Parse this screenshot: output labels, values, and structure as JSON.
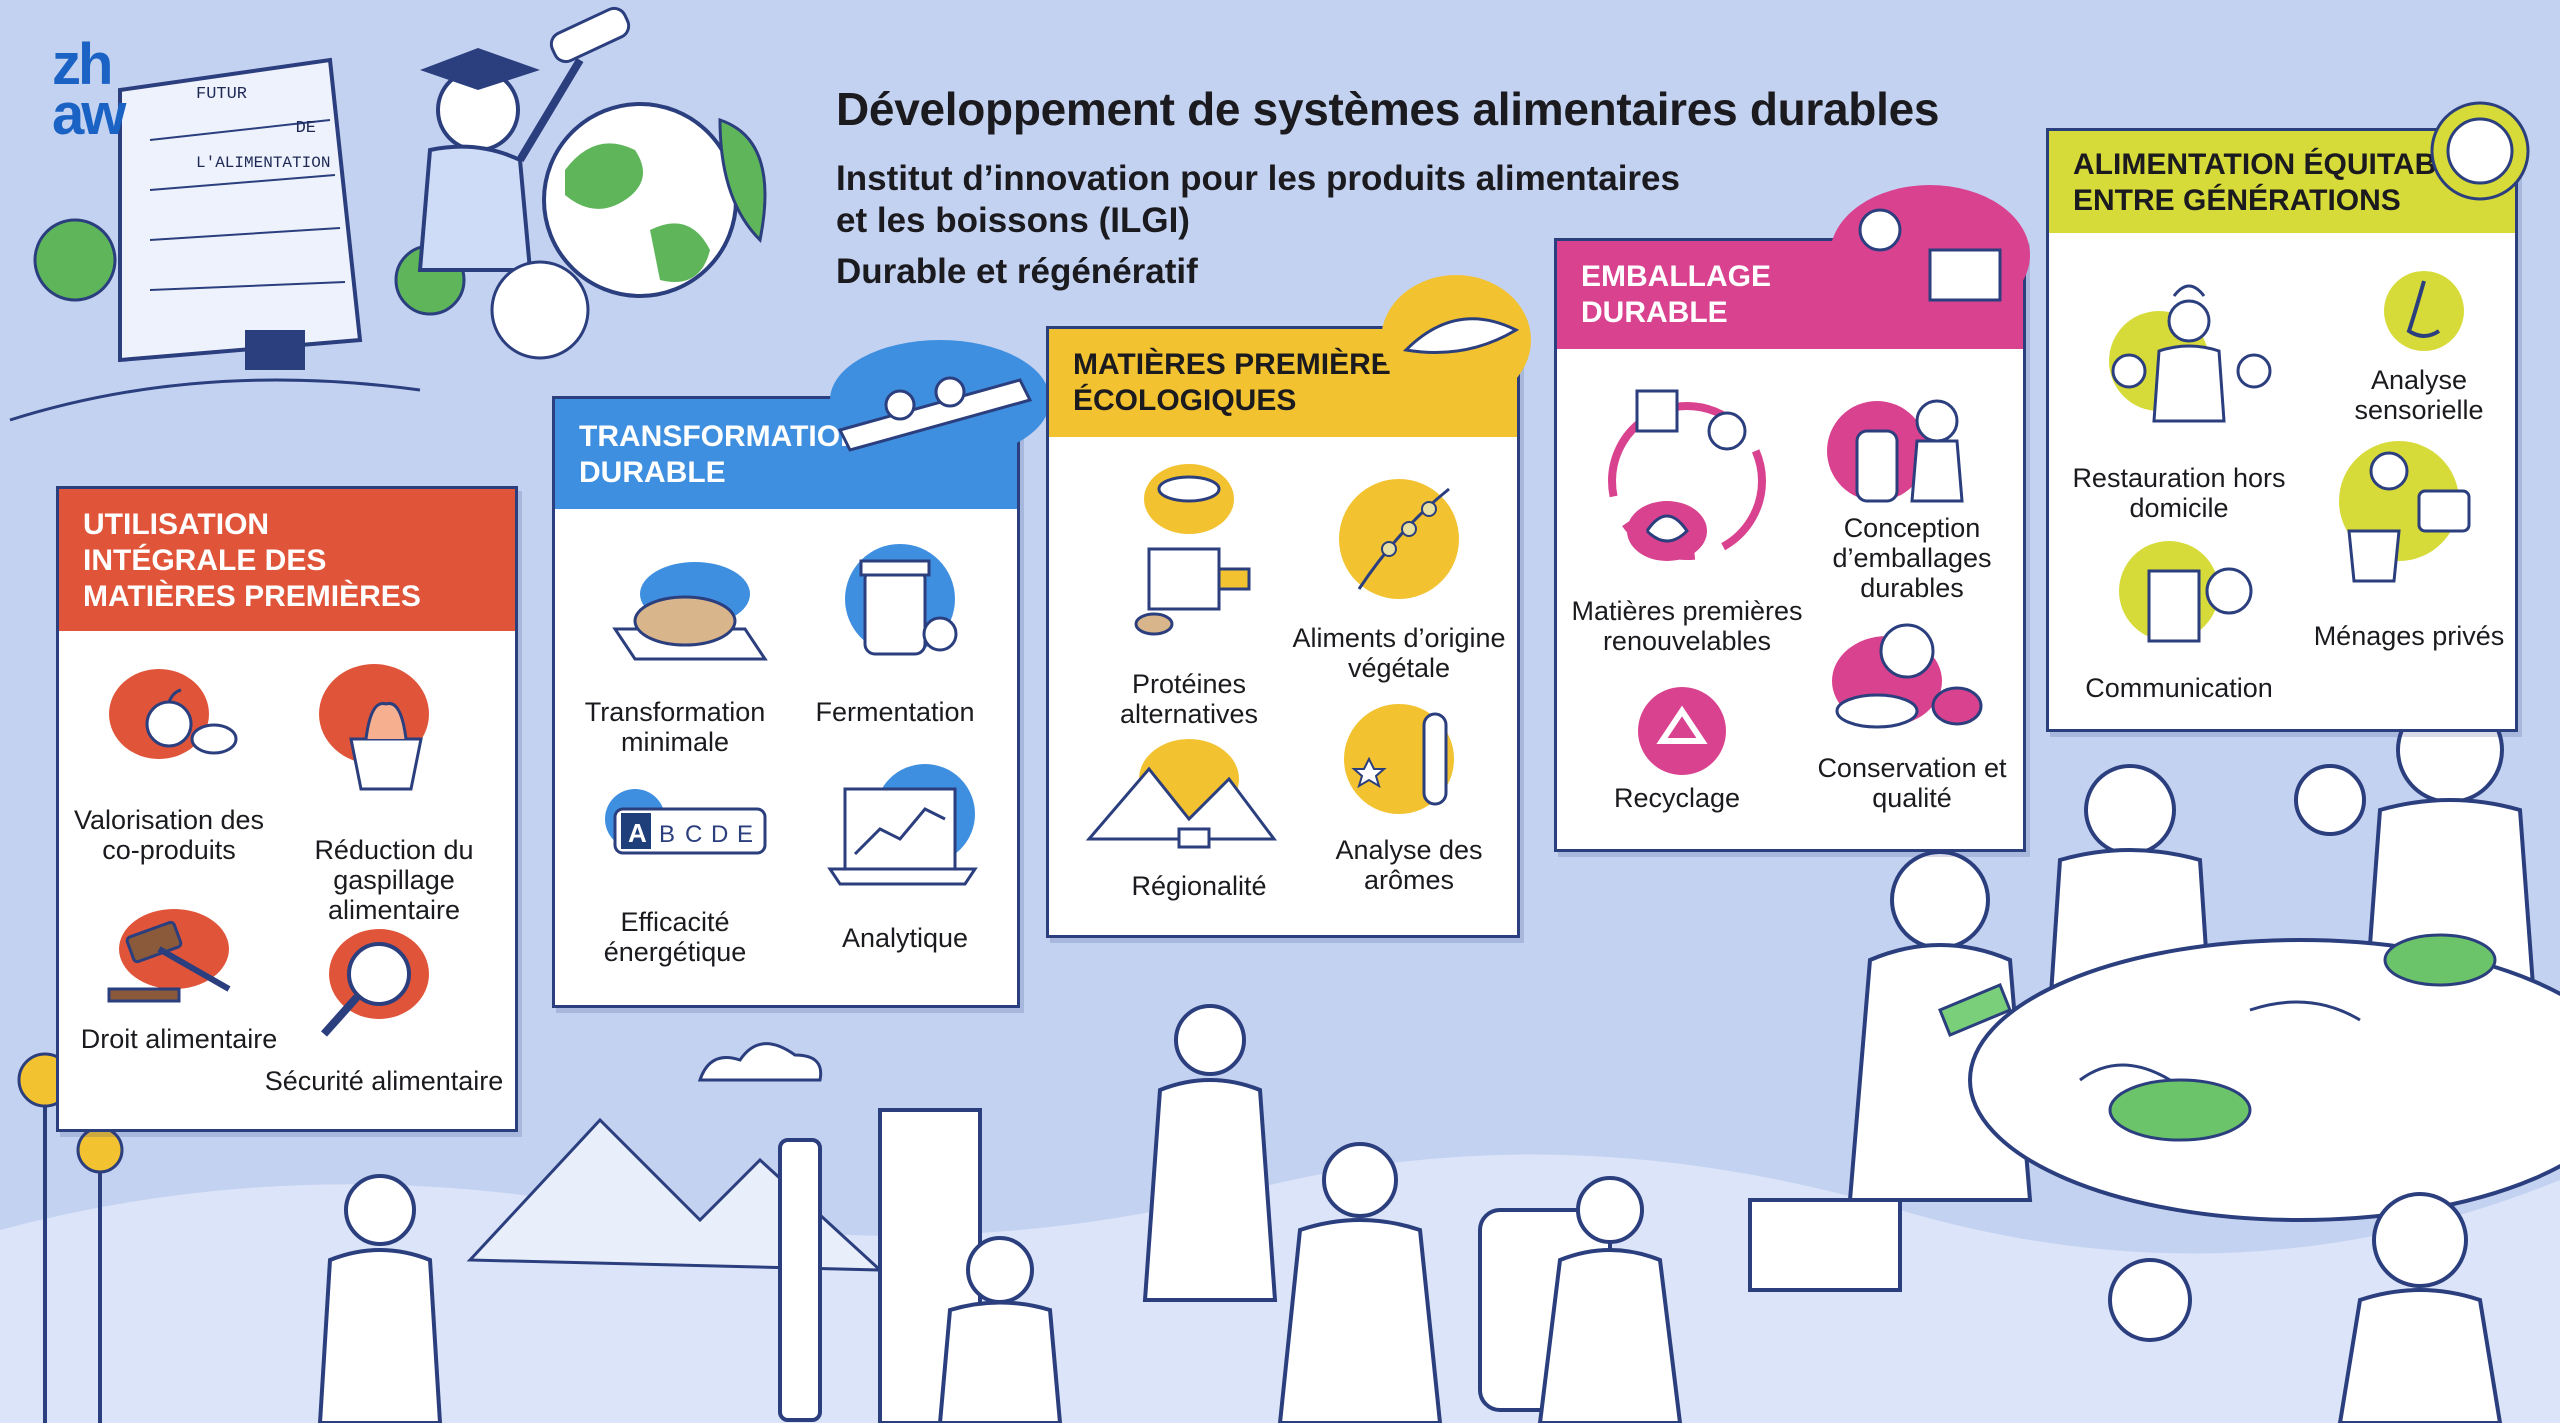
{
  "logo": {
    "line1": "zh",
    "line2": "aw"
  },
  "building_sign": [
    "FUTUR",
    "DE",
    "L'ALIMENTATION"
  ],
  "header": {
    "title": "Développement de systèmes alimentaires durables",
    "subtitle_line1": "Institut d’innovation pour les produits alimentaires",
    "subtitle_line2": "et les boissons (ILGI)",
    "tagline": "Durable et régénératif"
  },
  "colors": {
    "background": "#c4d2f1",
    "utilisation": "#e0553a",
    "transformation": "#3f8fe0",
    "matieres": "#f2c230",
    "emballage": "#d9428f",
    "alimentation": "#d7db3a",
    "outline": "#2b3e7e"
  },
  "panels": {
    "utilisation": {
      "title_line1": "UTILISATION",
      "title_line2": "INTÉGRALE DES",
      "title_line3": "MATIÈRES PREMIÈRES",
      "items": [
        {
          "label": "Valorisation des co-produits",
          "icon": "apple-scraps-icon"
        },
        {
          "label": "Réduction du gaspillage alimentaire",
          "icon": "compost-bin-icon"
        },
        {
          "label": "Droit alimentaire",
          "icon": "gavel-icon"
        },
        {
          "label": "Sécurité alimentaire",
          "icon": "magnifier-icon"
        }
      ]
    },
    "transformation": {
      "title_line1": "TRANSFORMATION",
      "title_line2": "DURABLE",
      "items": [
        {
          "label": "Transformation minimale",
          "icon": "bread-board-icon"
        },
        {
          "label": "Fermentation",
          "icon": "jar-icon"
        },
        {
          "label": "Efficacité énergétique",
          "icon": "energy-label-icon",
          "scale": [
            "A",
            "B",
            "C",
            "D",
            "E"
          ]
        },
        {
          "label": "Analytique",
          "icon": "laptop-chart-icon"
        }
      ]
    },
    "matieres": {
      "title_line1": "MATIÈRES PREMIÈRES",
      "title_line2": "ÉCOLOGIQUES",
      "items": [
        {
          "label": "Protéines alternatives",
          "icon": "protein-machine-icon"
        },
        {
          "label": "Aliments d’origine végétale",
          "icon": "plant-icon"
        },
        {
          "label": "Régionalité",
          "icon": "mountains-icon"
        },
        {
          "label": "Analyse des arômes",
          "icon": "test-tube-icon"
        }
      ]
    },
    "emballage": {
      "title_line1": "EMBALLAGE",
      "title_line2": "DURABLE",
      "items": [
        {
          "label": "Matières premières renouvelables",
          "icon": "cycle-icon"
        },
        {
          "label": "Conception d’emballages durables",
          "icon": "designer-icon"
        },
        {
          "label": "Recyclage",
          "icon": "recycle-icon"
        },
        {
          "label": "Conservation et qualité",
          "icon": "quality-badge-icon"
        }
      ]
    },
    "alimentation": {
      "title_line1": "ALIMENTATION ÉQUITABLE",
      "title_line2": "ENTRE GÉNÉRATIONS",
      "items": [
        {
          "label": "Restauration hors domicile",
          "icon": "chef-icon"
        },
        {
          "label": "Analyse sensorielle",
          "icon": "nose-icon"
        },
        {
          "label": "Communication",
          "icon": "shopping-bag-icon"
        },
        {
          "label": "Ménages privés",
          "icon": "cooking-pot-icon"
        }
      ]
    }
  }
}
